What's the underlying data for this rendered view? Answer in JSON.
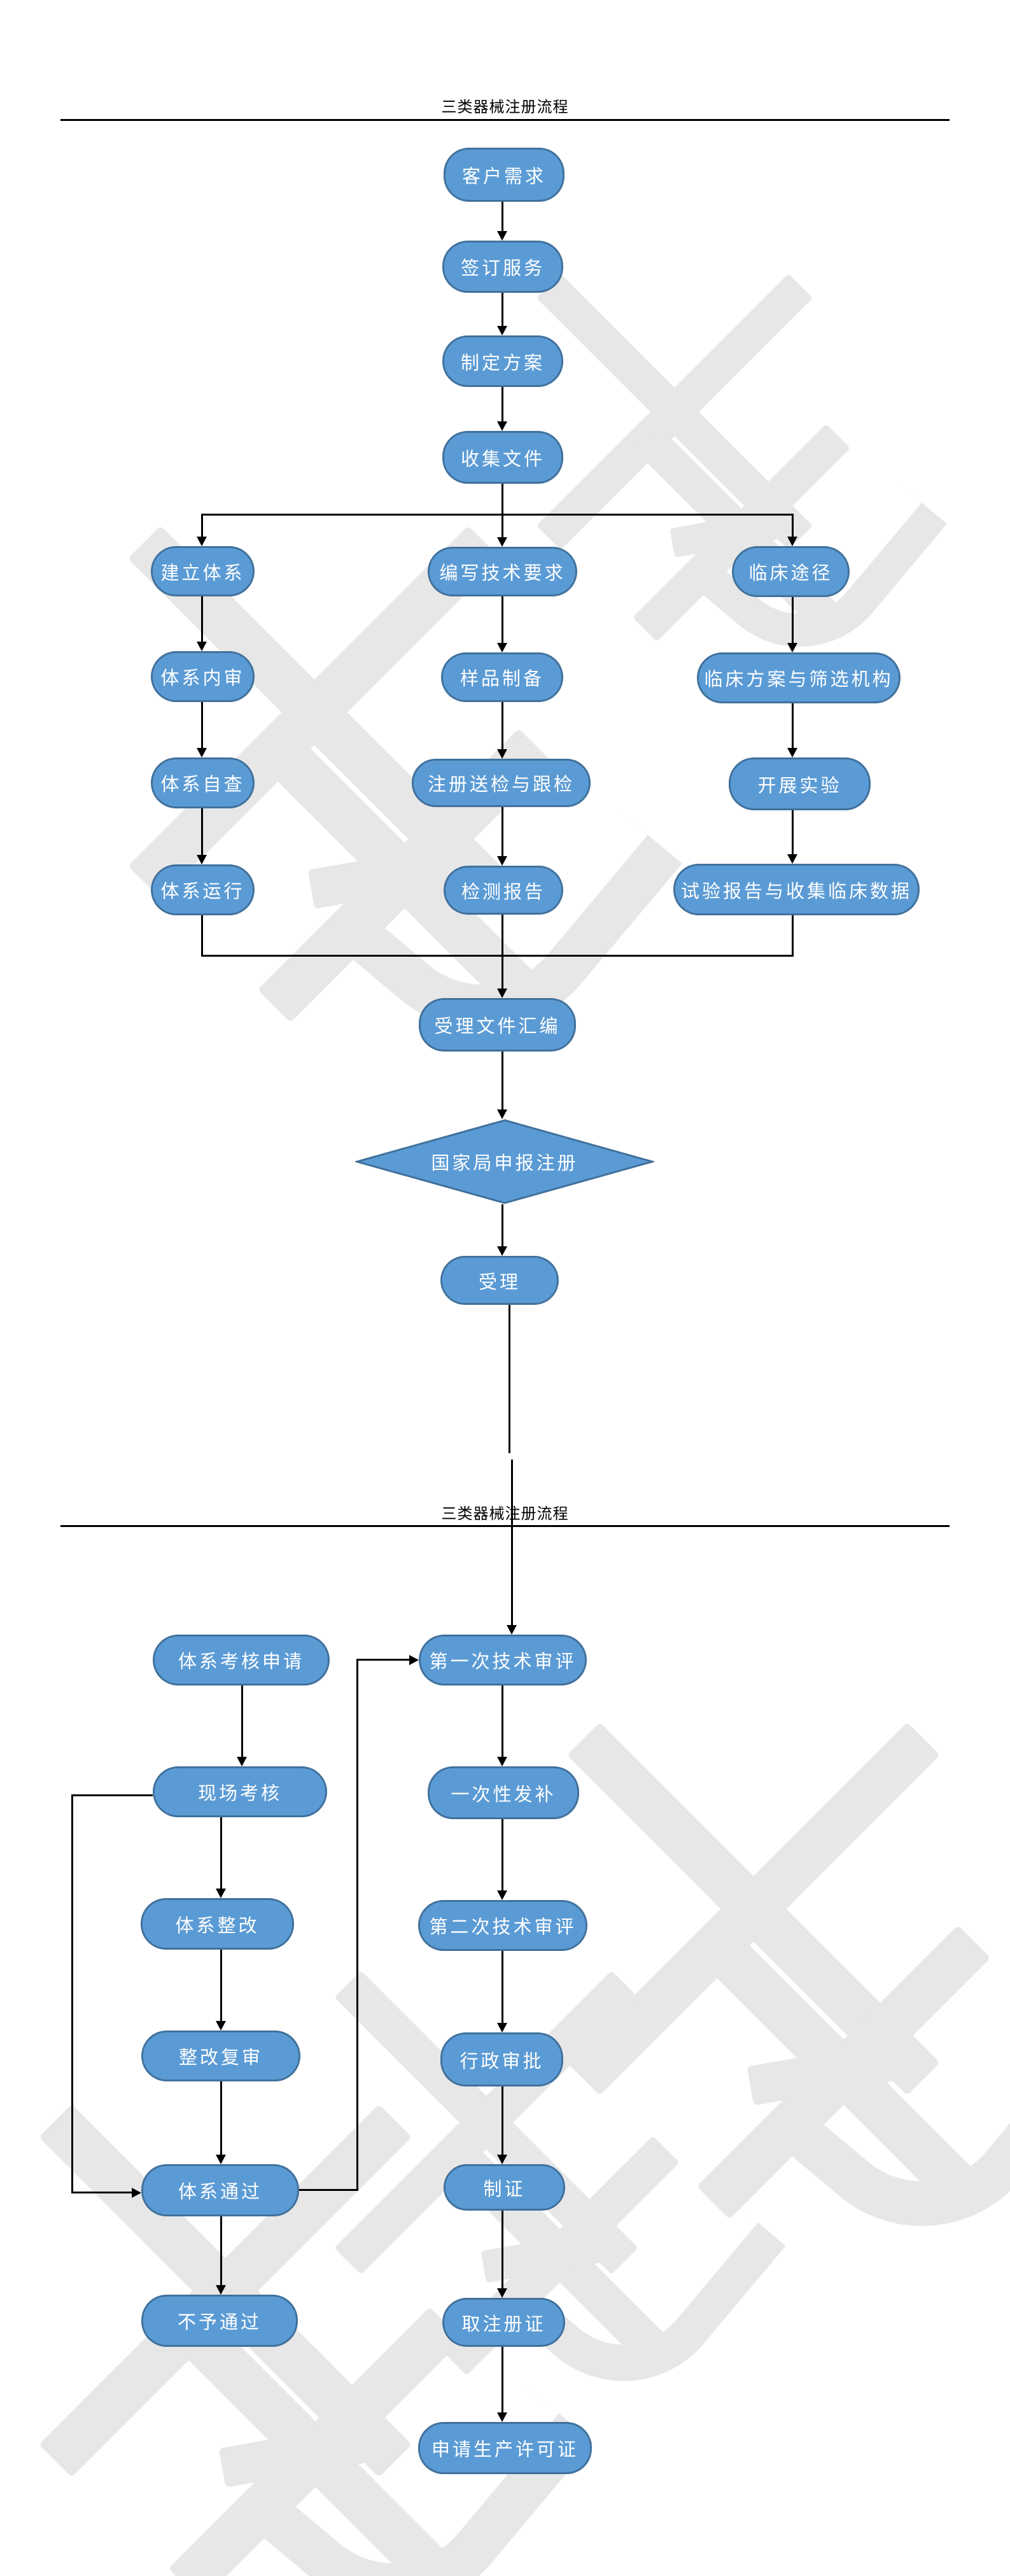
{
  "titles": {
    "page1": "三类器械注册流程",
    "page2": "三类器械注册流程"
  },
  "nodes": {
    "customer": "客户需求",
    "sign": "签订服务",
    "plan": "制定方案",
    "collect": "收集文件",
    "establish": "建立体系",
    "internal_audit": "体系内审",
    "self_check": "体系自查",
    "system_run": "体系运行",
    "tech_req": "编写技术要求",
    "sample_prep": "样品制备",
    "register_inspect": "注册送检与跟检",
    "test_report": "检测报告",
    "clinical_path": "临床途径",
    "clinical_plan": "临床方案与筛选机构",
    "experiment": "开展实验",
    "trial_report": "试验报告与收集临床数据",
    "compile": "受理文件汇编",
    "declare": "国家局申报注册",
    "accept": "受理",
    "sys_apply": "体系考核申请",
    "onsite": "现场考核",
    "rectify": "体系整改",
    "rectify_review": "整改复审",
    "sys_pass": "体系通过",
    "not_pass": "不予通过",
    "first_review": "第一次技术审评",
    "one_supplement": "一次性发补",
    "second_review": "第二次技术审评",
    "admin_approve": "行政审批",
    "make_cert": "制证",
    "get_cert": "取注册证",
    "apply_license": "申请生产许可证"
  },
  "colors": {
    "node_fill": "#5b9bd5",
    "node_border": "#41719c",
    "node_text": "#ffffff",
    "line": "#000000",
    "watermark": "#e7e7e7",
    "background": "#ffffff"
  }
}
